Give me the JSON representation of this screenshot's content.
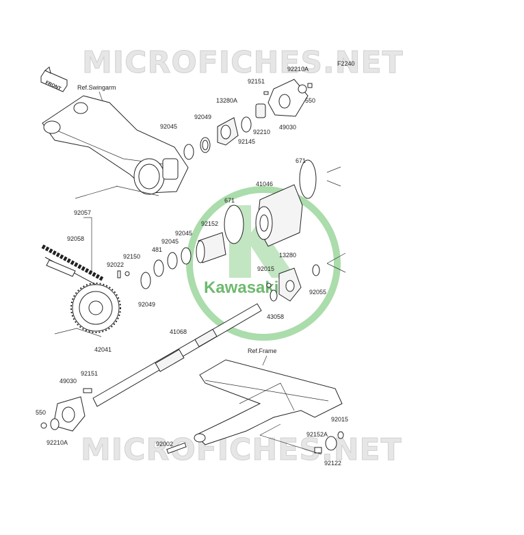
{
  "watermark": {
    "top": "MICROFICHES.NET",
    "bottom": "MICROFICHES.NET"
  },
  "diagram_code": "F2240",
  "front_label": "FRONT",
  "refs": {
    "swingarm": "Ref.Swingarm",
    "frame": "Ref.Frame"
  },
  "logo": {
    "text": "Kawasaki",
    "color": "#4aa84a"
  },
  "part_labels": {
    "p92210A_top": "92210A",
    "p92151_top": "92151",
    "p550_top": "550",
    "p13280A": "13280A",
    "p92049_top": "92049",
    "p92045_top": "92045",
    "p92210": "92210",
    "p92145": "92145",
    "p49030_top": "49030",
    "p671_top": "671",
    "p41046": "41046",
    "p671_mid": "671",
    "p92152": "92152",
    "p92045_a": "92045",
    "p92045_b": "92045",
    "p481": "481",
    "p92057": "92057",
    "p92058": "92058",
    "p92150": "92150",
    "p92022": "92022",
    "p92049_mid": "92049",
    "p13280": "13280",
    "p92015_mid": "92015",
    "p92055": "92055",
    "p43058": "43058",
    "p42041": "42041",
    "p41068": "41068",
    "p49030_bot": "49030",
    "p92151_bot": "92151",
    "p550_bot": "550",
    "p92210A_bot": "92210A",
    "p92002": "92002",
    "p92015_bot": "92015",
    "p92152A": "92152A",
    "p92122": "92122"
  }
}
